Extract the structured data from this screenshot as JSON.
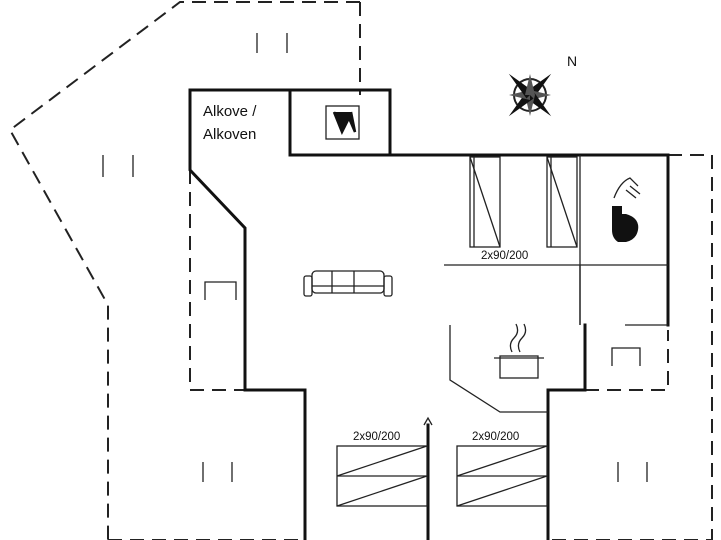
{
  "floorplan": {
    "compass_label": "N",
    "rooms": {
      "alcove_line1": "Alkove /",
      "alcove_line2": "Alkoven"
    },
    "beds": [
      {
        "label": "2x90/200"
      },
      {
        "label": "2x90/200"
      },
      {
        "label": "2x90/200"
      }
    ]
  }
}
